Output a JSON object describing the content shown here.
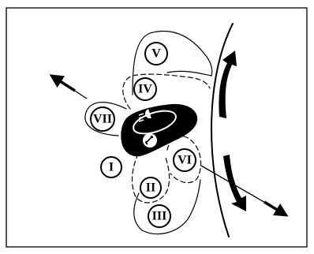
{
  "diagram": {
    "positions": [
      {
        "id": "I",
        "label": "I"
      },
      {
        "id": "II",
        "label": "II"
      },
      {
        "id": "III",
        "label": "III"
      },
      {
        "id": "IV",
        "label": "IV"
      },
      {
        "id": "V",
        "label": "V"
      },
      {
        "id": "VI",
        "label": "VI"
      },
      {
        "id": "VII",
        "label": "VII"
      }
    ],
    "colors": {
      "ink": "#000000",
      "background": "#ffffff"
    },
    "icons": [
      "headlight-beam-icon",
      "rotary-switch-icon",
      "directional-arrow-icon",
      "curved-arrow-icon"
    ]
  }
}
